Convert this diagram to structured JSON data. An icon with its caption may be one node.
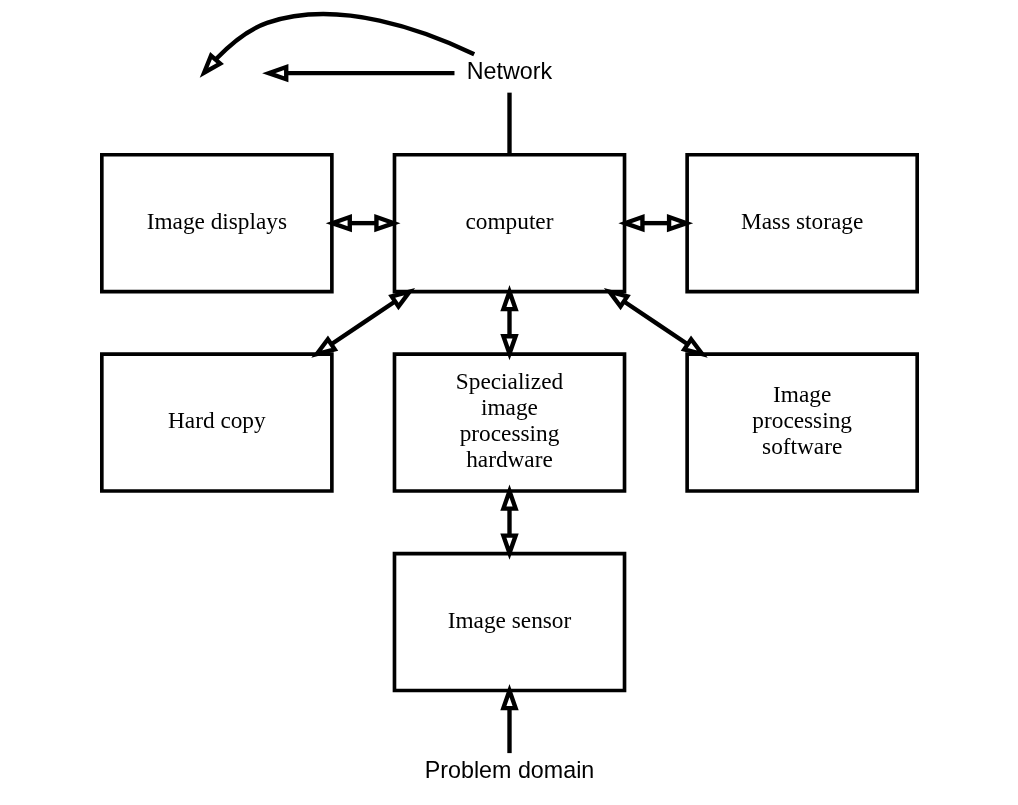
{
  "diagram": {
    "nodes": [
      {
        "text": [
          "Network"
        ]
      },
      {
        "text": [
          "Image displays"
        ]
      },
      {
        "text": [
          "computer"
        ]
      },
      {
        "text": [
          "Mass storage"
        ]
      },
      {
        "text": [
          "Hard copy"
        ]
      },
      {
        "text": [
          "Specialized image processing hardware"
        ]
      },
      {
        "text": [
          "Image processing software"
        ]
      },
      {
        "text": [
          "Image sensor"
        ]
      },
      {
        "text": [
          "Problem domain"
        ]
      }
    ],
    "edges": [
      {
        "from": 2,
        "to": 0,
        "arrow": "none"
      },
      {
        "from": 0,
        "to": null,
        "arrow": "to"
      },
      {
        "from": 0,
        "to": null,
        "arrow": "to"
      },
      {
        "from": 1,
        "to": 2,
        "arrow": "both"
      },
      {
        "from": 2,
        "to": 3,
        "arrow": "both"
      },
      {
        "from": 2,
        "to": 4,
        "arrow": "both"
      },
      {
        "from": 2,
        "to": 5,
        "arrow": "both"
      },
      {
        "from": 2,
        "to": 6,
        "arrow": "both"
      },
      {
        "from": 5,
        "to": 7,
        "arrow": "both"
      },
      {
        "from": 8,
        "to": 7,
        "arrow": "to"
      }
    ]
  }
}
